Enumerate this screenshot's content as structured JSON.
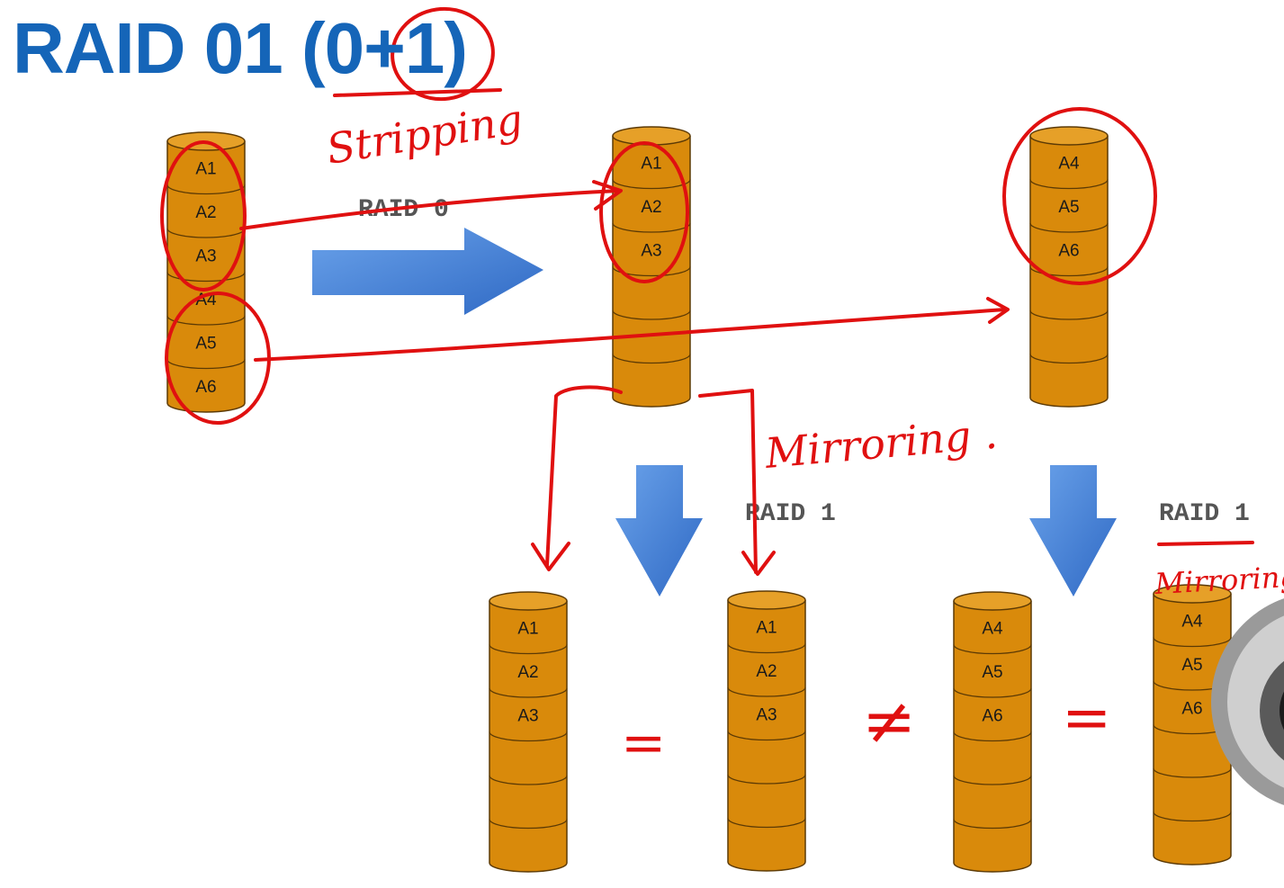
{
  "title": "RAID 01 (0+1)",
  "labels": {
    "raid0": "RAID 0",
    "raid1_left": "RAID 1",
    "raid1_right": "RAID 1"
  },
  "annotations": {
    "stripping": "Stripping",
    "mirroring": "Mirroring .",
    "mirroring_right": "Mirroring",
    "equal_left": "=",
    "not_equal": "≠",
    "equal_right": "="
  },
  "disks": {
    "source": [
      "A1",
      "A2",
      "A3",
      "A4",
      "A5",
      "A6"
    ],
    "stripe_a": [
      "A1",
      "A2",
      "A3"
    ],
    "stripe_b": [
      "A4",
      "A5",
      "A6"
    ],
    "mirror_a1": [
      "A1",
      "A2",
      "A3"
    ],
    "mirror_a2": [
      "A1",
      "A2",
      "A3"
    ],
    "mirror_b1": [
      "A4",
      "A5",
      "A6"
    ],
    "mirror_b2": [
      "A4",
      "A5",
      "A6"
    ]
  },
  "colors": {
    "title": "#1565b8",
    "disk_fill": "#d98a0b",
    "disk_stroke": "#5c3a05",
    "arrow_fill": "#4a86d8",
    "ink": "#e01010"
  }
}
